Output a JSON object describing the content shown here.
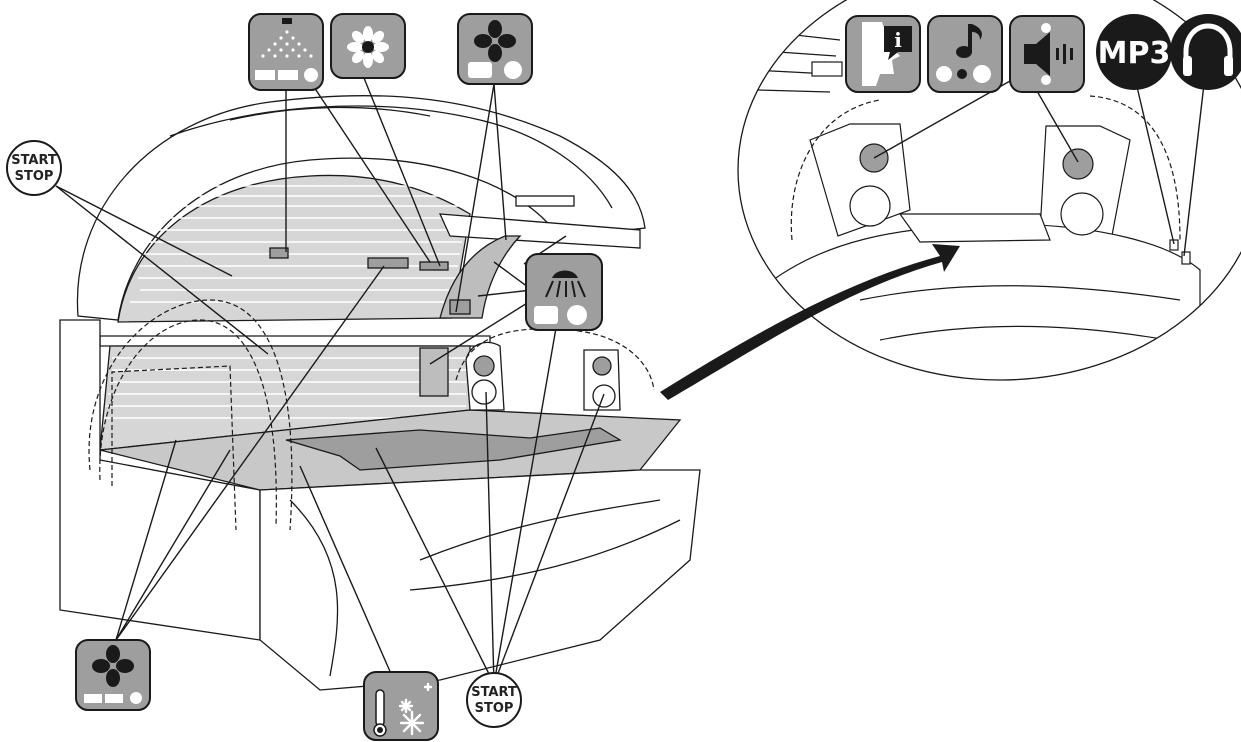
{
  "labels": {
    "start_stop_left": [
      "START",
      "STOP"
    ],
    "start_stop_bottom": [
      "START",
      "STOP"
    ],
    "mp3": "MP3"
  },
  "icons": [
    "shower-mist-icon",
    "aroma-flower-icon",
    "fan-top-icon",
    "shower-lamp-icon",
    "fan-body-icon",
    "temperature-cooling-icon",
    "voice-info-icon",
    "music-icon",
    "volume-icon",
    "mp3-icon",
    "headphones-icon"
  ],
  "colors": {
    "icon_fill": "#9e9e9e",
    "panel_grey": "#c8c8c8",
    "line": "#1a1a1a",
    "mp3_badge": "#1a1a1a"
  }
}
